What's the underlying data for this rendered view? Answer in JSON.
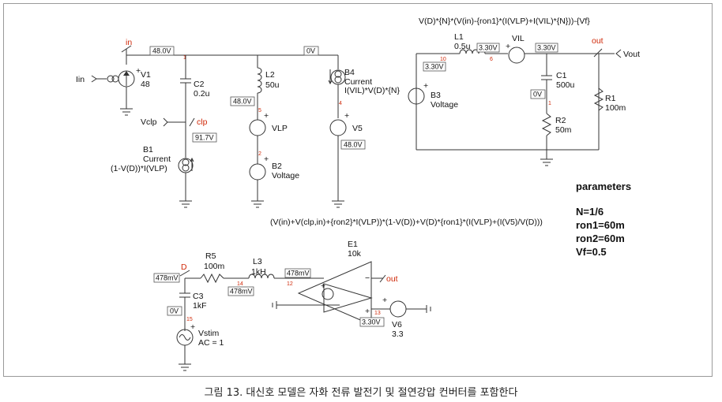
{
  "figure_caption": "그림 13. 대신호 모델은 자화 전류 발전기 및 절연강압 컨버터를 포함한다",
  "top_circuit": {
    "net_in": "in",
    "source_iin": "Iin",
    "v1": {
      "name": "V1",
      "value": "48"
    },
    "c2": {
      "name": "C2",
      "value": "0.2u"
    },
    "l2": {
      "name": "L2",
      "value": "50u"
    },
    "b4": {
      "name": "B4",
      "type": "Current",
      "expr": "I(VIL)*V(D)*{N}"
    },
    "vclp_label": "Vclp",
    "net_clp": "clp",
    "b1": {
      "name": "B1",
      "type": "Current",
      "expr": "(1-V(D))*I(VLP)"
    },
    "vlp": "VLP",
    "b2": {
      "name": "B2",
      "type": "Voltage"
    },
    "v5": "V5",
    "expr_bottom": "(V(in)+V(clp,in)+{ron2}*I(VLP))*(1-V(D))+V(D)*{ron1}*(I(VLP)+(I(V5)/V(D)))",
    "voltages": {
      "in_rail": "48.0V",
      "mid_rail": "0V",
      "l2_node": "48.0V",
      "clp_node": "91.7V",
      "v5_node": "48.0V"
    },
    "nodes": {
      "n1": "1",
      "n5": "5",
      "n2": "2",
      "n4": "4"
    }
  },
  "right_circuit": {
    "expr_top": "V(D)*{N}*(V(in)-{ron1}*(I(VLP)+I(VIL)*{N}))-{Vf}",
    "l1": {
      "name": "L1",
      "value": "0.5u"
    },
    "vil": "VIL",
    "net_out": "out",
    "vout_label": "Vout",
    "b3": {
      "name": "B3",
      "type": "Voltage"
    },
    "c1": {
      "name": "C1",
      "value": "500u"
    },
    "r1": {
      "name": "R1",
      "value": "100m"
    },
    "r2": {
      "name": "R2",
      "value": "50m"
    },
    "voltages": {
      "b3_node": "3.30V",
      "l1_right": "3.30V",
      "out_node": "3.30V",
      "c1_mid": "0V"
    },
    "nodes": {
      "n10": "10",
      "n6": "6",
      "n1": "1"
    }
  },
  "parameters": {
    "title": "parameters",
    "lines": [
      "N=1/6",
      "ron1=60m",
      "ron2=60m",
      "Vf=0.5"
    ]
  },
  "bottom_circuit": {
    "net_d": "D",
    "r5": {
      "name": "R5",
      "value": "100m"
    },
    "l3": {
      "name": "L3",
      "value": "1kH"
    },
    "e1": {
      "name": "E1",
      "value": "10k"
    },
    "c3": {
      "name": "C3",
      "value": "1kF"
    },
    "vstim": {
      "name": "Vstim",
      "value": "AC = 1"
    },
    "v6": {
      "name": "V6",
      "value": "3.3"
    },
    "net_out": "out",
    "voltages": {
      "d_node": "478mV",
      "l3_node": "478mV",
      "e1_in": "478mV",
      "c3_low": "0V",
      "v6_node": "3.30V"
    },
    "nodes": {
      "n14": "14",
      "n12": "12",
      "n15": "15",
      "n13": "13"
    }
  }
}
